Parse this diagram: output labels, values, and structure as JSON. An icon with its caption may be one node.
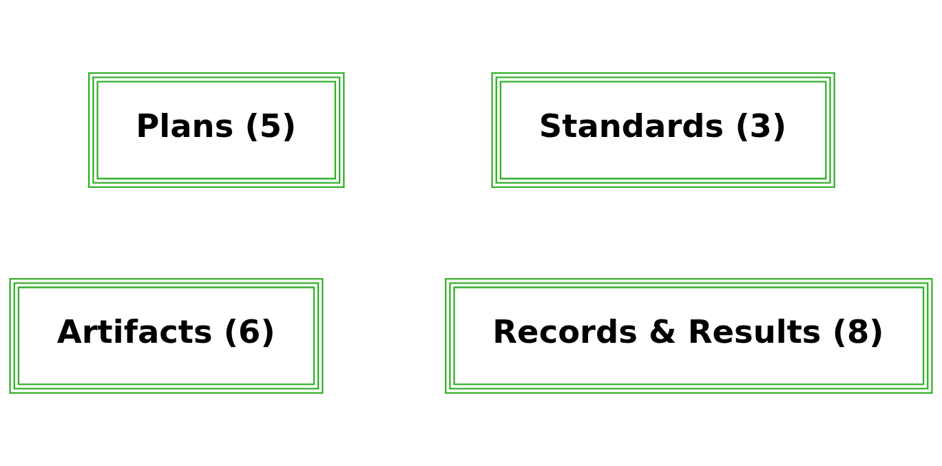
{
  "diagram": {
    "nodes": [
      {
        "text": [
          "Plans (5)"
        ]
      },
      {
        "text": [
          "Standards (3)"
        ]
      },
      {
        "text": [
          "Artifacts (6)"
        ]
      },
      {
        "text": [
          "Records & Results (8)"
        ]
      }
    ]
  }
}
